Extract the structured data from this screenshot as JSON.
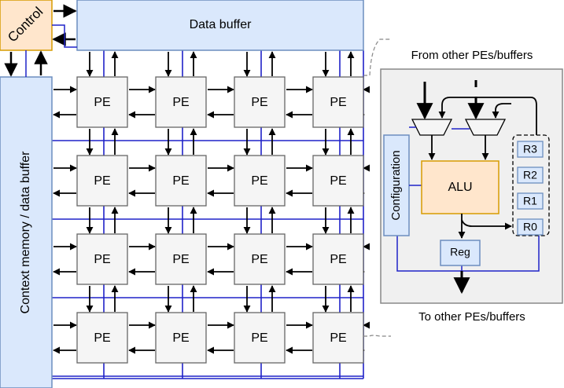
{
  "control": {
    "label": "Control"
  },
  "data_buffer": {
    "label": "Data buffer"
  },
  "context_memory": {
    "label": "Context memory / data buffer"
  },
  "pe_grid": {
    "rows": 4,
    "cols": 4,
    "cell_label": "PE"
  },
  "detail": {
    "top_caption": "From other PEs/buffers",
    "bottom_caption": "To other PEs/buffers",
    "configuration_label": "Configuration",
    "alu_label": "ALU",
    "reg_label": "Reg",
    "registers": [
      "R3",
      "R2",
      "R1",
      "R0"
    ]
  },
  "colors": {
    "control_fill": "#ffe6cc",
    "control_stroke": "#d79b00",
    "buffer_fill": "#dae8fc",
    "buffer_stroke": "#6c8ebf",
    "pe_fill": "#f5f5f5",
    "pe_stroke": "#666666",
    "bus_blue": "#1f22c8",
    "panel_fill": "#f0f0f0"
  }
}
